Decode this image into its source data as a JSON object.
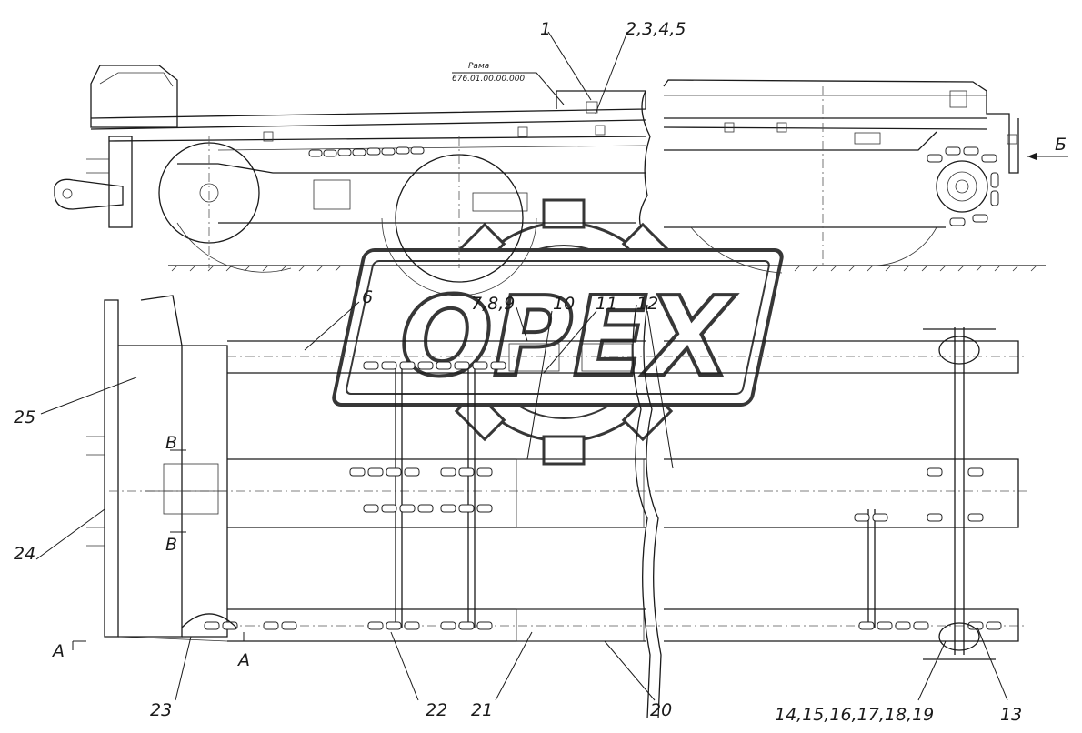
{
  "watermark": "OPEX",
  "view_labels": {
    "view_b": "Б",
    "section_a_left": "A",
    "section_a_right": "A",
    "section_v_top": "B",
    "section_v_bottom": "B"
  },
  "frame_label": {
    "line1": "Рама",
    "line2": "676.01.00.00.000"
  },
  "callouts": {
    "c1": "1",
    "c2": "2,3,4,5",
    "c6": "6",
    "c7": "7,8,9",
    "c10": "10",
    "c11": "11",
    "c12": "12",
    "c13": "13",
    "c14": "14,15,16,17,18,19",
    "c20": "20",
    "c21": "21",
    "c22": "22",
    "c23": "23",
    "c24": "24",
    "c25": "25"
  }
}
